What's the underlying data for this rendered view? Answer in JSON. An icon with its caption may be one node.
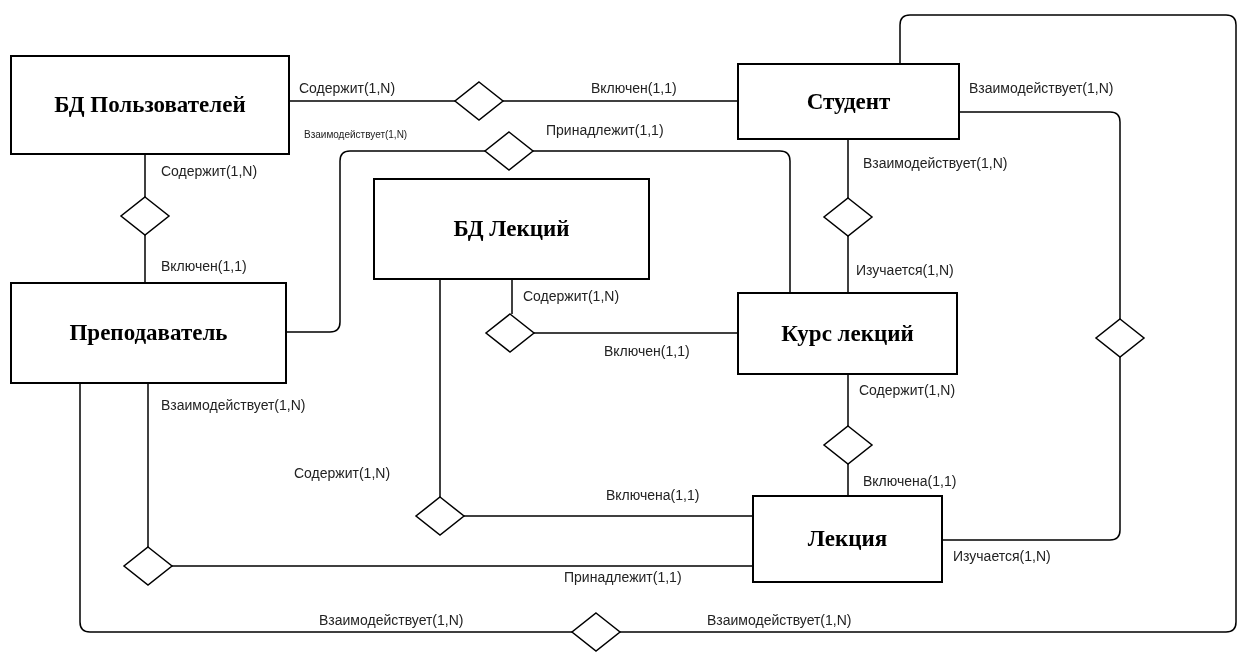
{
  "diagram": {
    "nodes": [
      {
        "text": [
          "БД Пользователей"
        ]
      },
      {
        "text": [],
        "shape": "diamond"
      },
      {
        "text": [
          "Студент"
        ]
      },
      {
        "text": [],
        "shape": "diamond"
      },
      {
        "text": [],
        "shape": "diamond"
      },
      {
        "text": [],
        "shape": "diamond"
      },
      {
        "text": [
          "БД Лекций"
        ]
      },
      {
        "text": [
          "Преподаватель"
        ]
      },
      {
        "text": [
          "Курс лекций"
        ]
      },
      {
        "text": [],
        "shape": "diamond"
      },
      {
        "text": [],
        "shape": "diamond"
      },
      {
        "text": [],
        "shape": "diamond"
      },
      {
        "text": [],
        "shape": "diamond"
      },
      {
        "text": [
          "Лекция"
        ]
      },
      {
        "text": [],
        "shape": "diamond"
      },
      {
        "text": [],
        "shape": "diamond"
      }
    ],
    "edges": [
      {
        "from": 0,
        "to": 1,
        "arrow": "none",
        "label": "Содержит(1,N)"
      },
      {
        "from": 2,
        "to": 1,
        "arrow": "none",
        "label": "Включен(1,1)"
      },
      {
        "from": 7,
        "to": 3,
        "arrow": "none",
        "label": "Взаимодействует(1,N)"
      },
      {
        "from": 8,
        "to": 3,
        "arrow": "none",
        "label": "Принадлежит(1,1)"
      },
      {
        "from": 0,
        "to": 4,
        "arrow": "none",
        "label": "Содержит(1,N)"
      },
      {
        "from": 7,
        "to": 4,
        "arrow": "none",
        "label": "Включен(1,1)"
      },
      {
        "from": 2,
        "to": 5,
        "arrow": "none",
        "label": "Взаимодействует(1,N)"
      },
      {
        "from": 8,
        "to": 5,
        "arrow": "none",
        "label": "Изучается(1,N)"
      },
      {
        "from": 6,
        "to": 9,
        "arrow": "none",
        "label": "Содержит(1,N)"
      },
      {
        "from": 8,
        "to": 9,
        "arrow": "none",
        "label": "Включен(1,1)"
      },
      {
        "from": 2,
        "to": 10,
        "arrow": "none",
        "label": "Взаимодействует(1,N)"
      },
      {
        "from": 13,
        "to": 10,
        "arrow": "none",
        "label": "Изучается(1,N)"
      },
      {
        "from": 8,
        "to": 11,
        "arrow": "none",
        "label": "Содержит(1,N)"
      },
      {
        "from": 13,
        "to": 11,
        "arrow": "none",
        "label": "Включена(1,1)"
      },
      {
        "from": 6,
        "to": 12,
        "arrow": "none",
        "label": "Содержит(1,N)"
      },
      {
        "from": 13,
        "to": 12,
        "arrow": "none",
        "label": "Включена(1,1)"
      },
      {
        "from": 7,
        "to": 14,
        "arrow": "none",
        "label": "Взаимодействует(1,N)"
      },
      {
        "from": 13,
        "to": 14,
        "arrow": "none",
        "label": "Принадлежит(1,1)"
      },
      {
        "from": 7,
        "to": 15,
        "arrow": "none",
        "label": "Взаимодействует(1,N)"
      },
      {
        "from": 2,
        "to": 15,
        "arrow": "none",
        "label": "Взаимодействует(1,N)"
      }
    ]
  }
}
